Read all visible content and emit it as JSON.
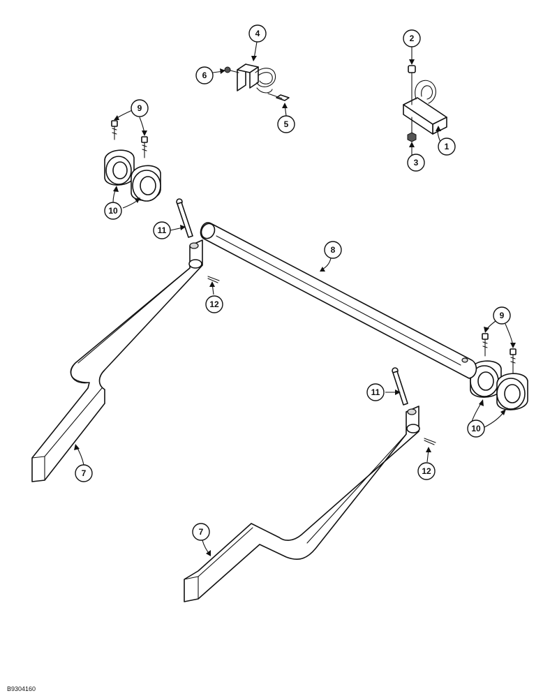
{
  "drawing_id": "B9304160",
  "callouts": [
    "1",
    "2",
    "3",
    "4",
    "5",
    "6",
    "7",
    "7",
    "8",
    "9",
    "9",
    "10",
    "10",
    "11",
    "11",
    "12",
    "12"
  ]
}
